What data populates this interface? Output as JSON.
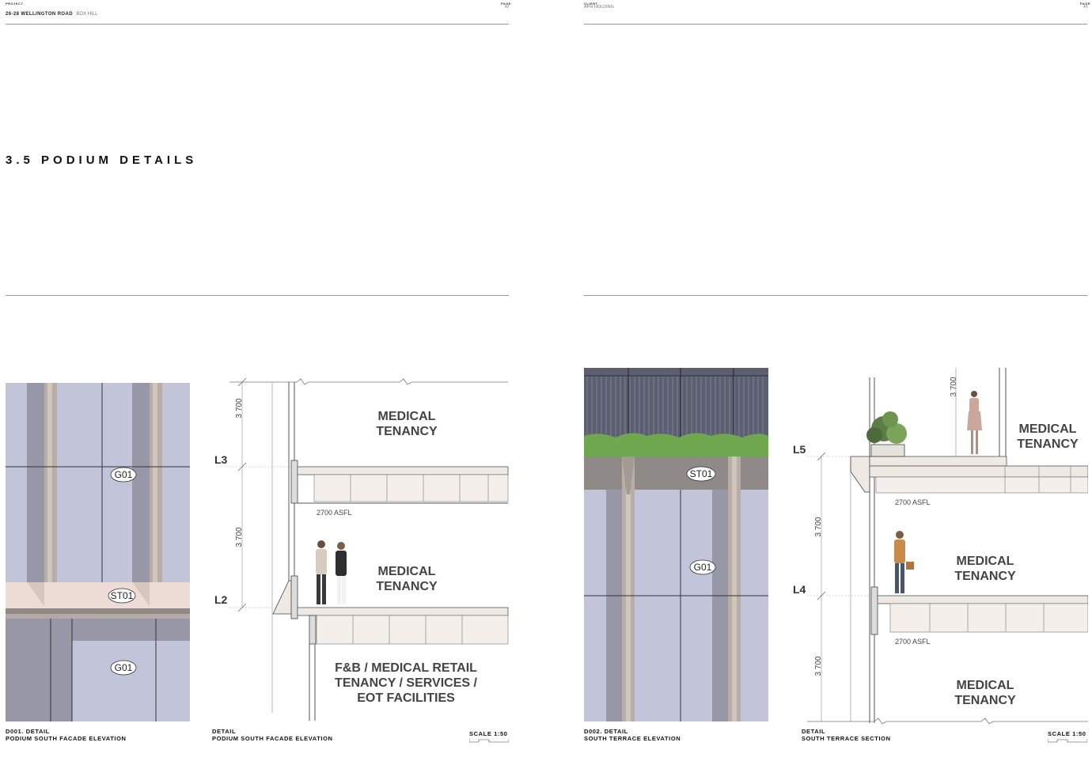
{
  "left_page": {
    "header": {
      "label": "PROJECT",
      "project": "26-28 WELLINGTON ROAD",
      "location": "BOX HILL",
      "page_label": "PAGE",
      "page_number": "42"
    },
    "section_title": "3.5 PODIUM DETAILS",
    "elevation": {
      "tags": [
        "G01",
        "ST01",
        "G01"
      ]
    },
    "section": {
      "dims": [
        "3 700",
        "3 700"
      ],
      "levels": [
        "L3",
        "L2"
      ],
      "asfl": "2700 ASFL",
      "tenancy_upper": [
        "MEDICAL",
        "TENANCY"
      ],
      "tenancy_mid": [
        "MEDICAL",
        "TENANCY"
      ],
      "tenancy_lower": [
        "F&B / MEDICAL RETAIL",
        "TENANCY / SERVICES /",
        "EOT FACILITIES"
      ]
    },
    "captions": {
      "left_line1": "D001. DETAIL",
      "left_line2": "PODIUM SOUTH FACADE ELEVATION",
      "right_line1": "DETAIL",
      "right_line2": "PODIUM SOUTH FACADE ELEVATION"
    },
    "scale": "SCALE 1:50"
  },
  "right_page": {
    "header": {
      "label": "CLIENT",
      "client": "APH HOLDING",
      "page_label": "PAGE",
      "page_number": "43"
    },
    "elevation": {
      "tags": [
        "ST01",
        "G01"
      ]
    },
    "section": {
      "dims": [
        "3 700",
        "3 700",
        "3 700"
      ],
      "levels": [
        "L5",
        "L4"
      ],
      "asfl_upper": "2700 ASFL",
      "asfl_lower": "2700 ASFL",
      "tenancy_upper": [
        "MEDICAL",
        "TENANCY"
      ],
      "tenancy_mid": [
        "MEDICAL",
        "TENANCY"
      ],
      "tenancy_lower": [
        "MEDICAL",
        "TENANCY"
      ]
    },
    "captions": {
      "left_line1": "D002. DETAIL",
      "left_line2": "SOUTH TERRACE ELEVATION",
      "right_line1": "DETAIL",
      "right_line2": "SOUTH TERRACE SECTION"
    },
    "scale": "SCALE 1:50"
  },
  "colors": {
    "glass": "#c2c5d9",
    "mullion": "#b8aea6",
    "mullion_shadow": "#8f8e96",
    "spandrel": "#ecdcd5",
    "slab": "#efe9e4",
    "band": "#8f8988",
    "greenery": "#6fa84f",
    "louvre": "#5c5f70"
  }
}
